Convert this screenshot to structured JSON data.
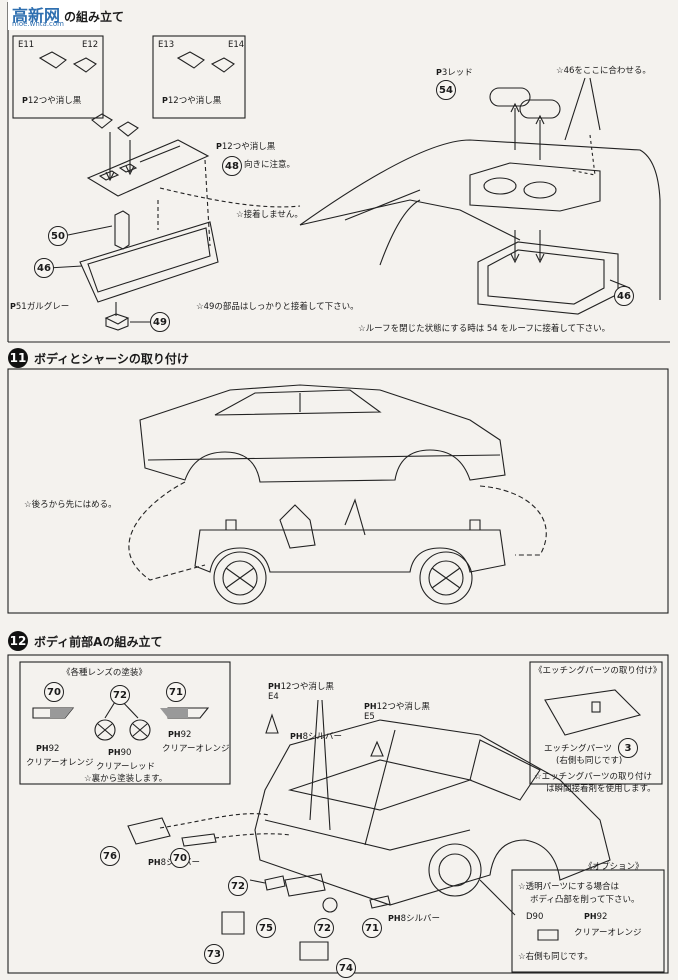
{
  "watermark": {
    "text": "高新网",
    "sub": "moe.whta.com"
  },
  "step10": {
    "title": "の組み立て",
    "labels": {
      "e11": "E11",
      "e12": "E12",
      "e13": "E13",
      "e14": "E14",
      "paint_a": "P",
      "paint_12a": "12つや消し黒",
      "paint_12b": "12つや消し黒",
      "paint_12c": "12つや消し黒",
      "note48": "向きに注意。",
      "note_no_glue": "☆接着しません。",
      "paint_51": "51ガルグレー",
      "note49": "☆49の部品はしっかりと接着して下さい。",
      "paint_3": "3レッド",
      "note46": "☆46をここに合わせる。",
      "note_roof": "☆ルーフを閉じた状態にする時は 54 をルーフに接着して下さい。"
    },
    "parts": [
      "48",
      "50",
      "46",
      "49",
      "54",
      "46"
    ]
  },
  "step11": {
    "number": "11",
    "title": "ボディとシャーシの取り付け",
    "note": "☆後ろから先にはめる。"
  },
  "step12": {
    "number": "12",
    "title": "ボディ前部Aの組み立て",
    "lens_box": {
      "title": "《各種レンズの塗装》",
      "parts": [
        "70",
        "72",
        "71"
      ],
      "paint_92a": "92",
      "clear_orange_a": "クリアーオレンジ",
      "paint_90": "90",
      "clear_red": "クリアーレッド",
      "paint_92b": "92",
      "clear_orange_b": "クリアーオレンジ",
      "note": "☆裏から塗装します。"
    },
    "etching_box": {
      "title": "《エッチングパーツの取り付け》",
      "label": "エッチングパーツ",
      "part": "3",
      "same": "(右側も同じです)",
      "note1": "☆エッチングパーツの取り付け",
      "note2": "は瞬間接着剤を使用します。"
    },
    "labels": {
      "paint_12a": "12つや消し黒",
      "e4": "E4",
      "paint_12b": "12つや消し黒",
      "e5": "E5",
      "paint_8a": "8シルバー",
      "paint_8b": "8シルバー",
      "paint_8c": "8シルバー"
    },
    "parts": [
      "76",
      "70",
      "72",
      "75",
      "72",
      "71",
      "73",
      "74"
    ],
    "option_box": {
      "title": "《オプション》",
      "line1": "☆透明パーツにする場合は",
      "line2": "ボディ凸部を削って下さい。",
      "d90": "D90",
      "paint_92": "92",
      "clear_orange": "クリアーオレンジ",
      "same": "☆右側も同じです。"
    }
  }
}
